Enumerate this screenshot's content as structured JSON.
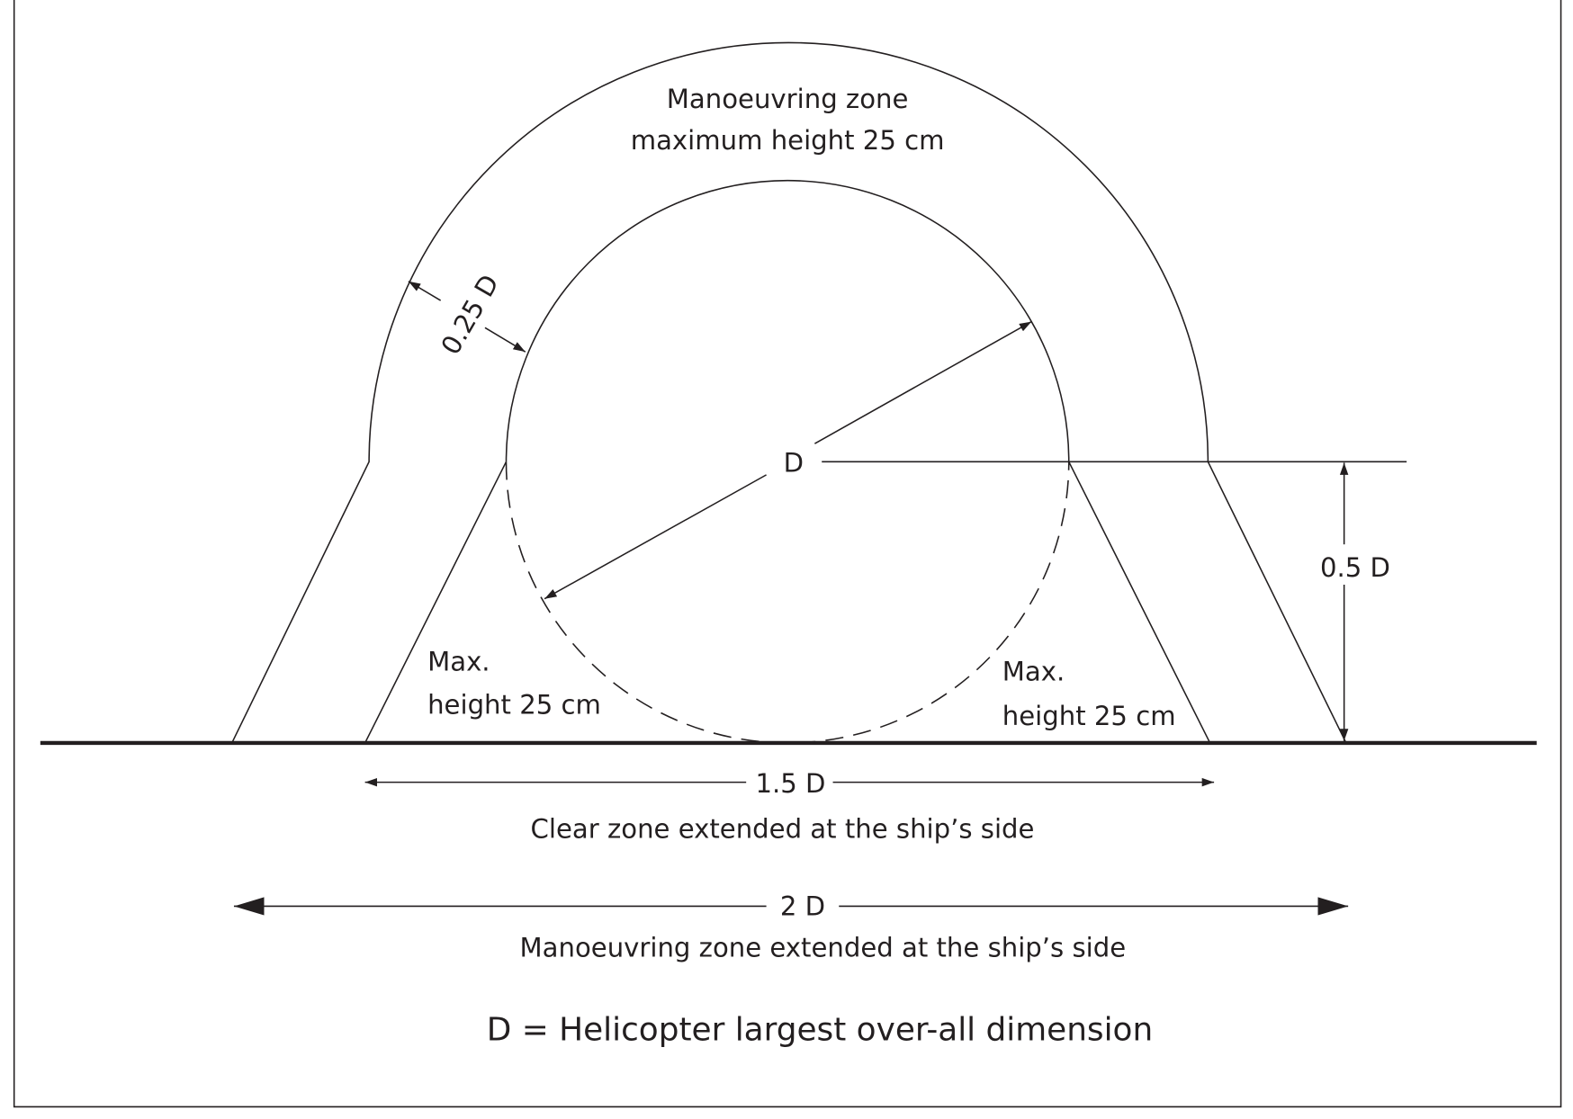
{
  "labels": {
    "manoeuvring_zone_line1": "Manoeuvring zone",
    "manoeuvring_zone_line2": "maximum height 25 cm",
    "quarter_d": "0.25 D",
    "diameter": "D",
    "half_d": "0.5 D",
    "max_left_line1": "Max.",
    "max_left_line2": "height 25 cm",
    "max_right_line1": "Max.",
    "max_right_line2": "height 25 cm",
    "one_half_d": "1.5 D",
    "clear_zone": "Clear zone extended at the ship’s side",
    "two_d": "2 D",
    "manoeuvring_extended": "Manoeuvring zone extended at the ship’s side",
    "definition": "D = Helicopter largest over-all dimension"
  },
  "colors": {
    "ink": "#231f20",
    "background": "#ffffff"
  }
}
